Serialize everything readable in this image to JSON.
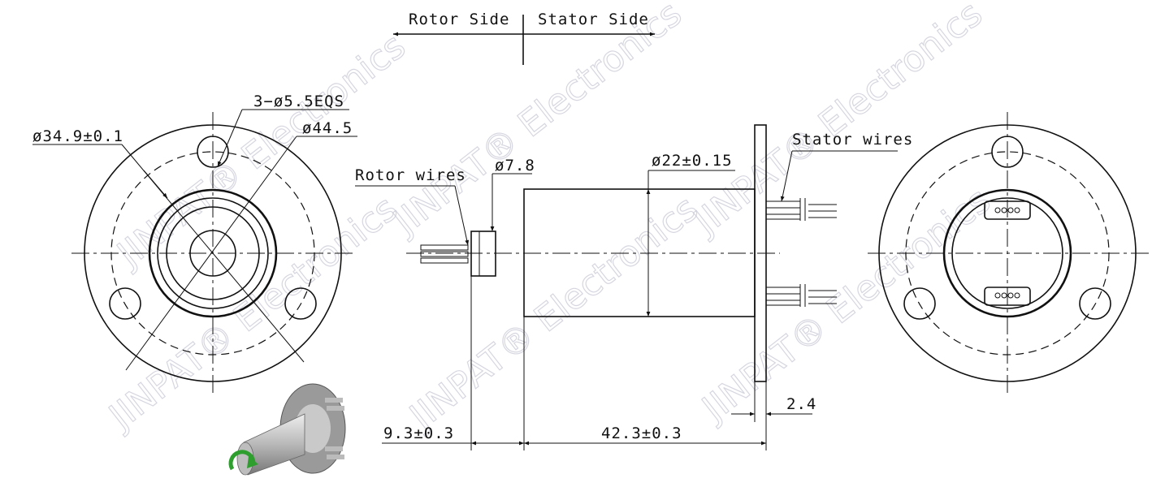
{
  "sides": {
    "rotor": "Rotor Side",
    "stator": "Stator Side"
  },
  "labels": {
    "holes": "3−ø5.5EQS",
    "bolt_circle": "ø34.9±0.1",
    "flange_dia": "ø44.5",
    "rotor_wires": "Rotor wires",
    "shaft_dia": "ø7.8",
    "body_dia": "ø22±0.15",
    "stator_wires": "Stator wires",
    "flange_thk": "2.4",
    "shaft_len": "9.3±0.3",
    "body_len": "42.3±0.3"
  },
  "watermark": "JINPAT® Electronics",
  "colors": {
    "line": "#111111",
    "watermark": "#c9c9d6",
    "rotation_arrow": "#2e9e2e"
  }
}
